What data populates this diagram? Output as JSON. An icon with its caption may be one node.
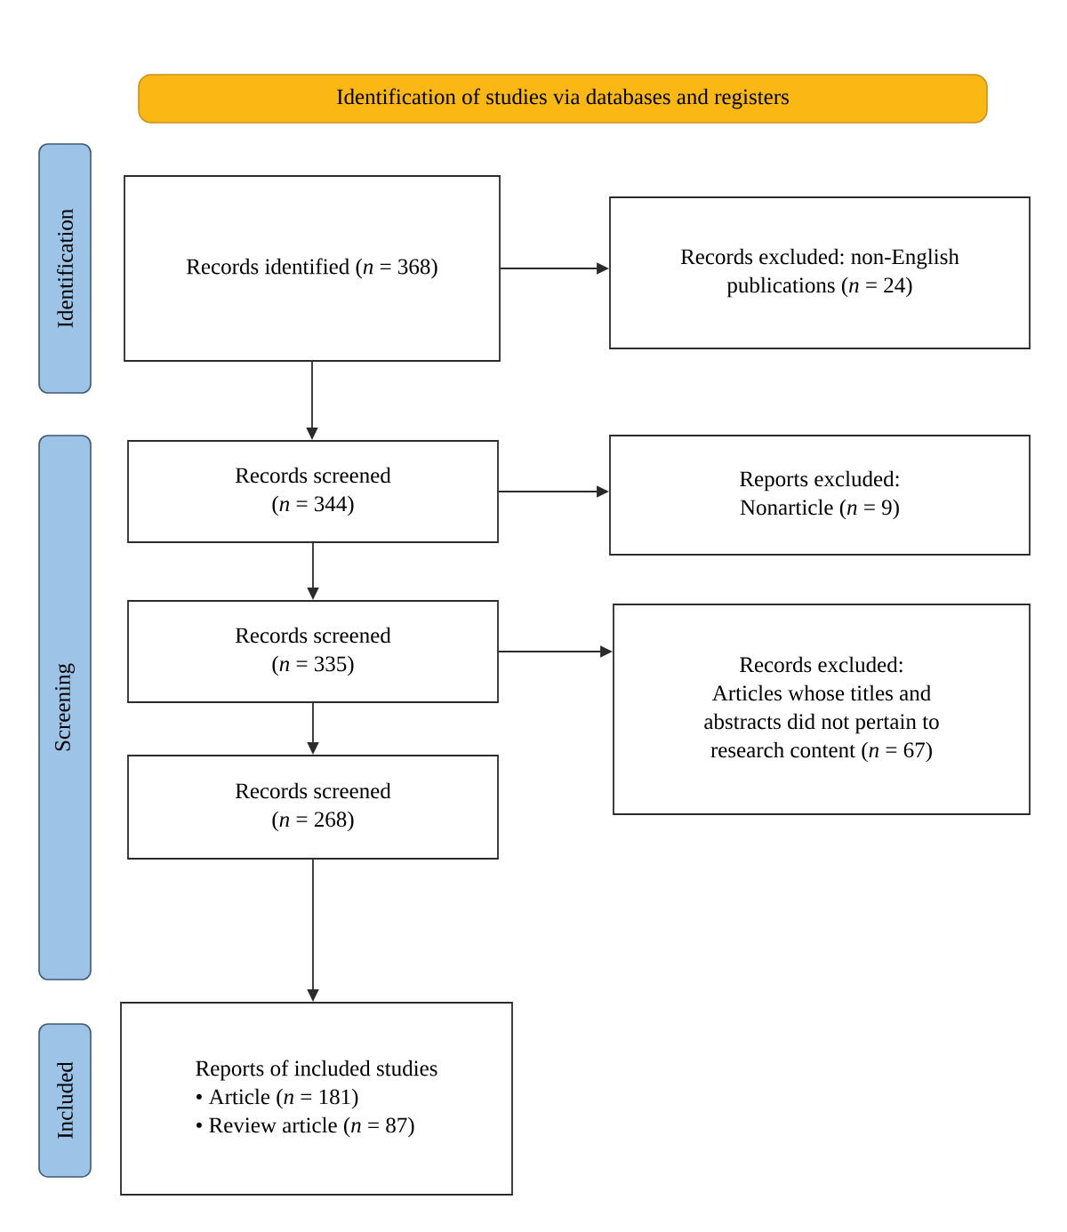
{
  "diagram": {
    "nodes": [
      {
        "text": [
          "Identification of studies via databases and registers"
        ]
      },
      {
        "text": [
          "Identification"
        ]
      },
      {
        "text": [
          "Records identified (*n* = 368)"
        ]
      },
      {
        "text": [
          "Records excluded: non-English publications (*n* = 24)"
        ]
      },
      {
        "text": [
          "Screening"
        ]
      },
      {
        "text": [
          "Records screened (*n* = 344)"
        ]
      },
      {
        "text": [
          "Reports excluded:",
          "Nonarticle (*n* = 9)"
        ]
      },
      {
        "text": [
          "Records screened (*n* = 335)"
        ]
      },
      {
        "text": [
          "Records excluded:",
          "Articles whose titles and abstracts did not pertain to research content (*n* = 67)"
        ]
      },
      {
        "text": [
          "Records screened (*n* = 268)"
        ]
      },
      {
        "text": [
          "Included"
        ]
      },
      {
        "text": [
          "Reports of included studies",
          "• Article (*n* = 181)",
          "• Review article (*n* = 87)"
        ]
      }
    ],
    "edges": [
      {
        "from": 2,
        "to": 3,
        "arrow": "to"
      },
      {
        "from": 2,
        "to": 5,
        "arrow": "to"
      },
      {
        "from": 5,
        "to": 6,
        "arrow": "to"
      },
      {
        "from": 5,
        "to": 7,
        "arrow": "to"
      },
      {
        "from": 7,
        "to": 8,
        "arrow": "to"
      },
      {
        "from": 7,
        "to": 9,
        "arrow": "to"
      },
      {
        "from": 9,
        "to": 11,
        "arrow": "to"
      }
    ]
  }
}
